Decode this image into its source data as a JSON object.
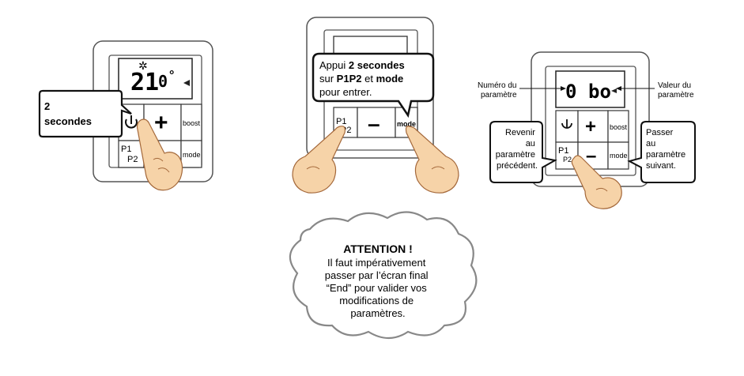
{
  "panel1": {
    "callout_line1": "2",
    "callout_line2": "secondes",
    "lcd_digits": "21",
    "lcd_unit": "°",
    "lcd_decimal": "0",
    "plus_label": "+",
    "boost_label": "boost",
    "p1_label": "P1",
    "p2_label": "P2",
    "mode_label": "mode"
  },
  "panel2": {
    "callout_line1_a": "Appui ",
    "callout_line1_b": "2 secondes",
    "callout_line2_a": "sur ",
    "callout_line2_b": "P1P2",
    "callout_line2_c": " et ",
    "callout_line2_d": "mode",
    "callout_line3": "pour entrer.",
    "p1_label": "P1",
    "p2_label": "P2",
    "minus_label": "–",
    "mode_label": "mode"
  },
  "panel3": {
    "label_numero_1": "Numéro du",
    "label_numero_2": "paramètre",
    "label_valeur_1": "Valeur du",
    "label_valeur_2": "paramètre",
    "lcd_left": "0",
    "lcd_right": "bo",
    "plus_label": "+",
    "minus_label": "–",
    "boost_label": "boost",
    "mode_label": "mode",
    "p1_label": "P1",
    "p2_label": "P2",
    "revenir_lines": [
      "Revenir",
      "au",
      "paramètre",
      "précédent."
    ],
    "passer_lines": [
      "Passer",
      "au",
      "paramètre",
      "suivant."
    ]
  },
  "attention": {
    "title": "ATTENTION !",
    "lines": [
      "Il faut impérativement",
      "passer par l’écran final",
      "“End” pour valider vos",
      "modifications de",
      "paramètres."
    ]
  },
  "colors": {
    "stroke": "#333333",
    "cloud": "#888888",
    "hand_fill": "#f6d3a8",
    "hand_stroke": "#a4683a"
  }
}
